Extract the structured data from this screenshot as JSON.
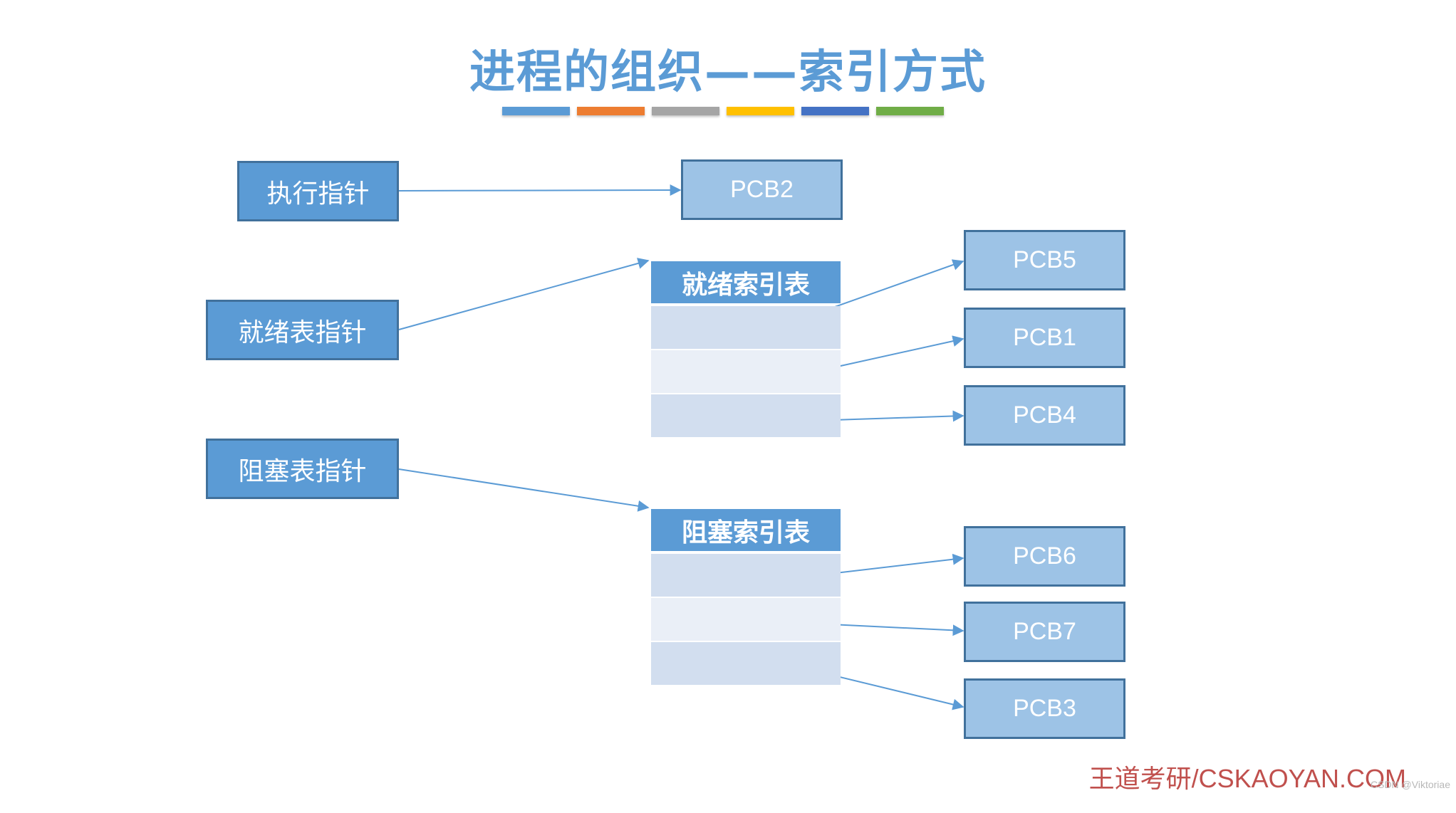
{
  "title": "进程的组织——索引方式",
  "stripe_colors": [
    "#5b9bd5",
    "#ed7d31",
    "#a5a5a5",
    "#ffc000",
    "#4472c4",
    "#70ad47"
  ],
  "pointers": {
    "exec": "执行指针",
    "ready": "就绪表指针",
    "blocked": "阻塞表指针"
  },
  "tables": {
    "ready": "就绪索引表",
    "blocked": "阻塞索引表"
  },
  "pcbs": {
    "running": "PCB2",
    "ready": [
      "PCB5",
      "PCB1",
      "PCB4"
    ],
    "blocked": [
      "PCB6",
      "PCB7",
      "PCB3"
    ]
  },
  "footer": "王道考研/CSKAOYAN.COM",
  "watermark": "CSDN @Viktoriae"
}
